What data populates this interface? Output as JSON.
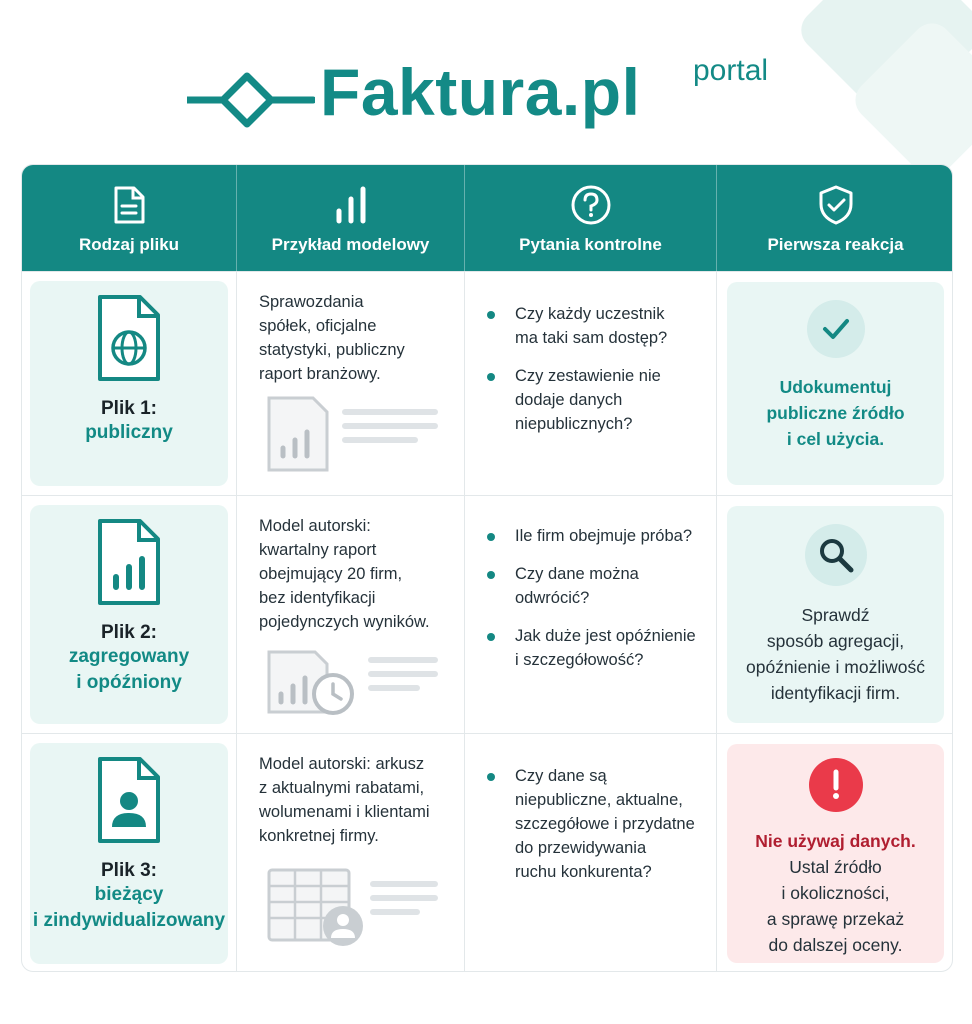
{
  "brand": {
    "name": "Faktura.pl",
    "suffix": "portal",
    "color": "#138a86"
  },
  "header": {
    "columns": [
      {
        "label": "Rodzaj pliku",
        "icon": "document-icon"
      },
      {
        "label": "Przykład modelowy",
        "icon": "bar-chart-icon"
      },
      {
        "label": "Pytania kontrolne",
        "icon": "question-icon"
      },
      {
        "label": "Pierwsza reakcja",
        "icon": "shield-check-icon"
      }
    ],
    "background": "#148883"
  },
  "rows": [
    {
      "file_title": "Plik 1:",
      "file_sub": [
        "publiczny"
      ],
      "file_icon": "globe-file-icon",
      "example": [
        "Sprawozdania",
        "spółek, oficjalne",
        "statystyki, publiczny",
        "raport branżowy."
      ],
      "questions": [
        [
          "Czy każdy uczestnik",
          "ma taki sam dostęp?"
        ],
        [
          "Czy zestawienie nie",
          "dodaje danych",
          "niepublicznych?"
        ]
      ],
      "reaction": {
        "icon": "check-icon",
        "strong": [
          "Udokumentuj",
          "publiczne źródło",
          "i cel użycia."
        ]
      }
    },
    {
      "file_title": "Plik 2:",
      "file_sub": [
        "zagregowany",
        "i opóźniony"
      ],
      "file_icon": "chart-file-icon",
      "example": [
        "Model autorski:",
        "kwartalny raport",
        "obejmujący 20 firm,",
        "bez identyfikacji",
        "pojedynczych wyników."
      ],
      "questions": [
        [
          "Ile firm obejmuje próba?"
        ],
        [
          "Czy dane można",
          "odwrócić?"
        ],
        [
          "Jak duże jest opóźnienie",
          "i szczegółowość?"
        ]
      ],
      "reaction": {
        "icon": "search-icon",
        "text": [
          "Sprawdź",
          "sposób agregacji,",
          "opóźnienie i możliwość",
          "identyfikacji firm."
        ]
      }
    },
    {
      "file_title": "Plik 3:",
      "file_sub": [
        "bieżący",
        "i zindywidualizowany"
      ],
      "file_icon": "person-file-icon",
      "example": [
        "Model autorski: arkusz",
        "z aktualnymi rabatami,",
        "wolumenami i klientami",
        "konkretnej firmy."
      ],
      "questions": [
        [
          "Czy dane są",
          "niepubliczne, aktualne,",
          "szczegółowe i przydatne",
          "do przewidywania",
          "ruchu konkurenta?"
        ]
      ],
      "reaction": {
        "icon": "alert-icon",
        "strong": [
          "Nie używaj danych."
        ],
        "text": [
          "Ustal źródło",
          "i okoliczności,",
          "a sprawę przekaż",
          "do dalszej oceny."
        ]
      }
    }
  ]
}
